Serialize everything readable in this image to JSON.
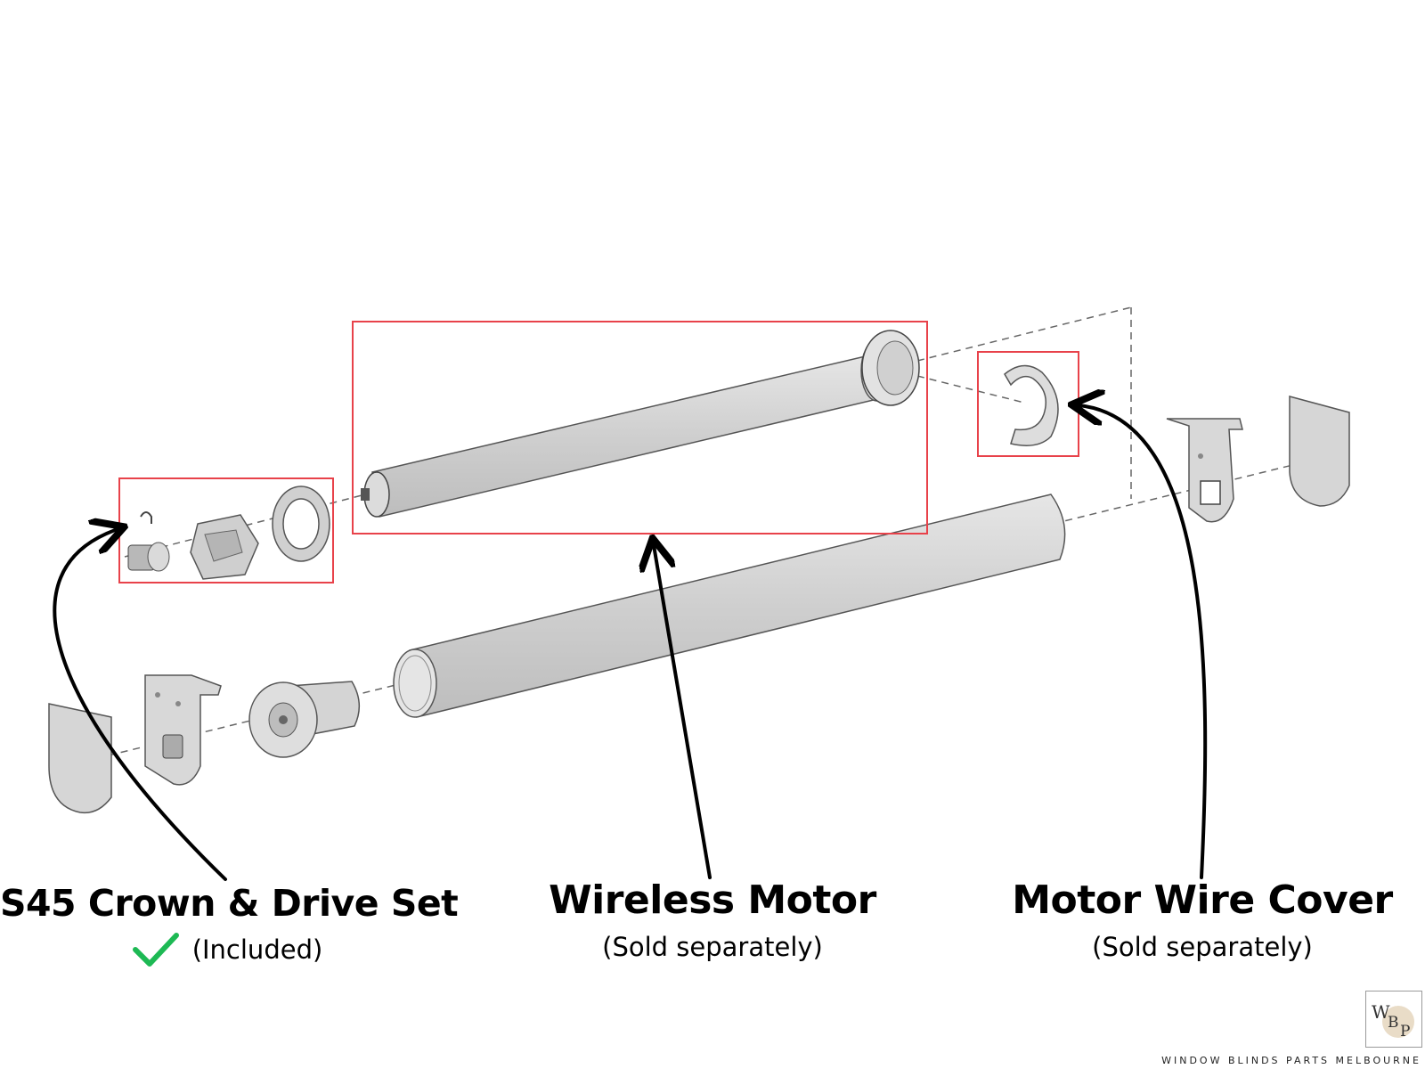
{
  "labels": {
    "crown": {
      "title": "S45 Crown & Drive Set",
      "subtitle": "(Included)"
    },
    "motor": {
      "title": "Wireless Motor",
      "subtitle": "(Sold separately)"
    },
    "cover": {
      "title": "Motor Wire Cover",
      "subtitle": "(Sold separately)"
    }
  },
  "brand": {
    "logo_letters": "WBP",
    "name": "WINDOW BLINDS PARTS MELBOURNE"
  },
  "colors": {
    "highlight_box": "#e8424a",
    "check": "#1db954",
    "part_fill": "#d6d6d6",
    "part_stroke": "#555555"
  },
  "icons": [
    "check-icon",
    "arrow-icon"
  ]
}
